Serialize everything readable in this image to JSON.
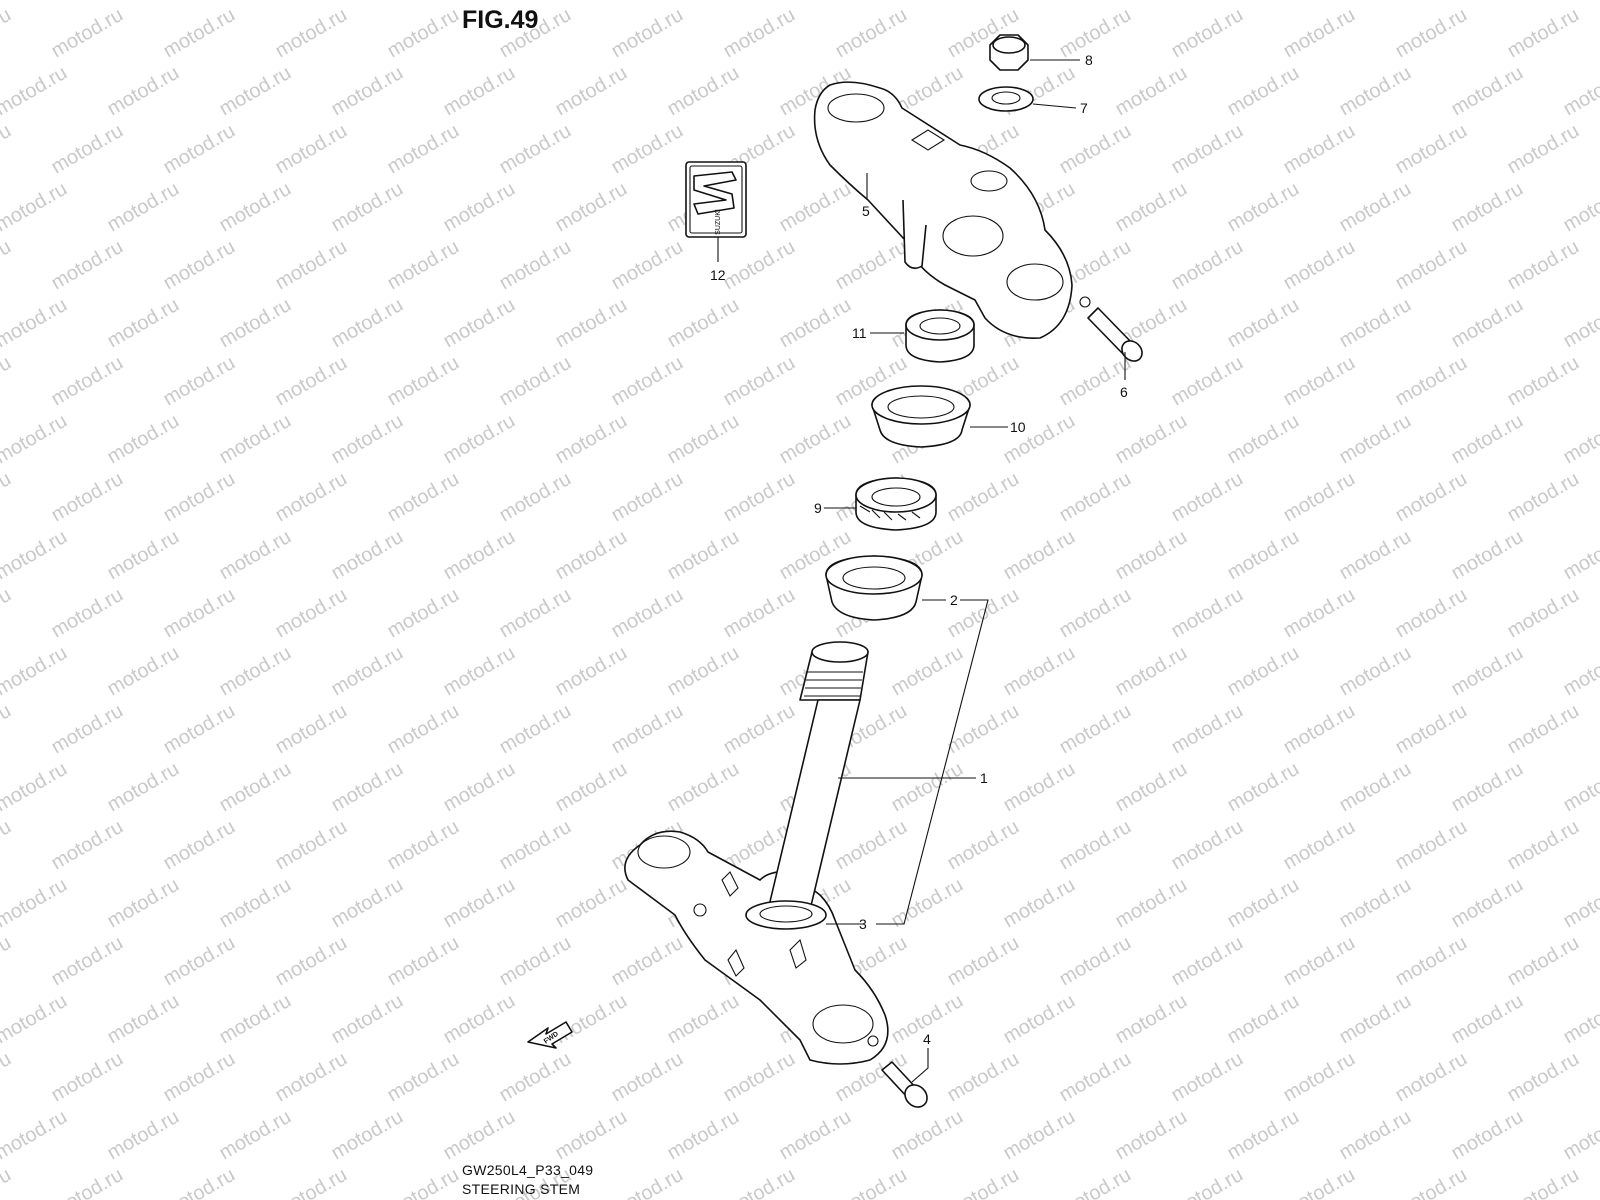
{
  "figure": {
    "title": "FIG.49"
  },
  "footer": {
    "code": "GW250L4_P33_049",
    "title": "STEERING STEM"
  },
  "watermark": {
    "text": "motod.ru",
    "color": "#c9c9c9"
  },
  "badge": {
    "text": "SUZUKI"
  },
  "fwd_arrow": {
    "text": "FWD"
  },
  "callouts": [
    {
      "id": "c1",
      "label": "1"
    },
    {
      "id": "c2",
      "label": "2"
    },
    {
      "id": "c3",
      "label": "3"
    },
    {
      "id": "c4",
      "label": "4"
    },
    {
      "id": "c5",
      "label": "5"
    },
    {
      "id": "c6",
      "label": "6"
    },
    {
      "id": "c7",
      "label": "7"
    },
    {
      "id": "c8",
      "label": "8"
    },
    {
      "id": "c9",
      "label": "9"
    },
    {
      "id": "c10",
      "label": "10"
    },
    {
      "id": "c11",
      "label": "11"
    },
    {
      "id": "c12",
      "label": "12"
    }
  ]
}
